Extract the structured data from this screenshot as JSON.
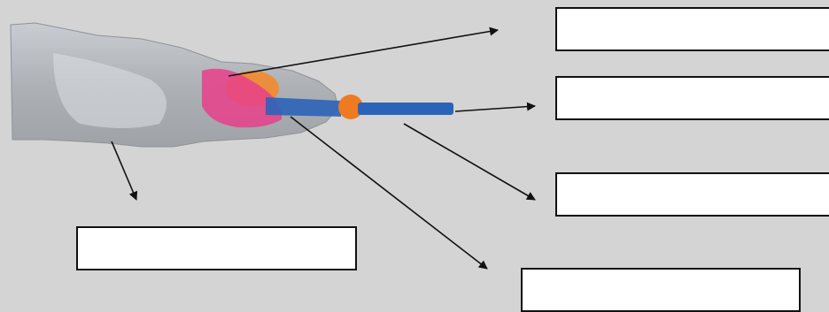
{
  "diagram": {
    "labels": [
      {
        "id": "top-right",
        "text": ""
      },
      {
        "id": "mid-right",
        "text": ""
      },
      {
        "id": "lower-right",
        "text": ""
      },
      {
        "id": "bottom-right",
        "text": ""
      },
      {
        "id": "left",
        "text": ""
      }
    ]
  },
  "colors": {
    "background": "#d4d4d4",
    "arrow": "#111111",
    "wrap_plastic": "#b8bcc0",
    "pink_filling": "#e8408a",
    "orange_filling": "#f28a2e",
    "blue_straw": "#2b63b8",
    "orange_bead": "#ee7a22"
  }
}
